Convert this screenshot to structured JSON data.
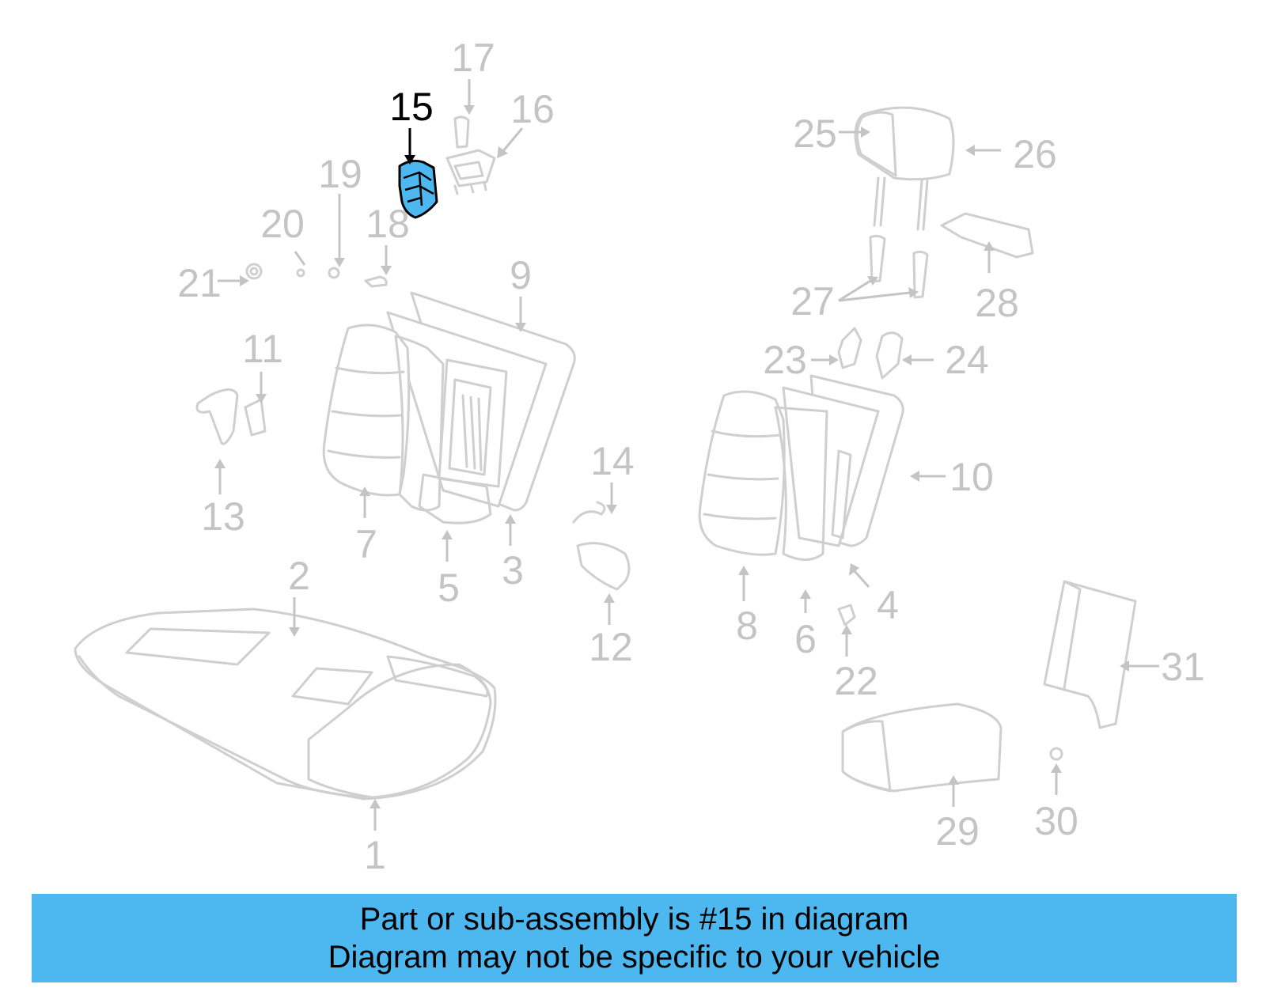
{
  "diagram": {
    "highlight_color": "#4db8f0",
    "callouts": {
      "c1": "1",
      "c2": "2",
      "c3": "3",
      "c4": "4",
      "c5": "5",
      "c6": "6",
      "c7": "7",
      "c8": "8",
      "c9": "9",
      "c10": "10",
      "c11": "11",
      "c12": "12",
      "c13": "13",
      "c14": "14",
      "c15": "15",
      "c16": "16",
      "c17": "17",
      "c18": "18",
      "c19": "19",
      "c20": "20",
      "c21": "21",
      "c22": "22",
      "c23": "23",
      "c24": "24",
      "c25": "25",
      "c26": "26",
      "c27": "27",
      "c28": "28",
      "c29": "29",
      "c30": "30",
      "c31": "31"
    },
    "highlighted_part": "15"
  },
  "banner": {
    "line1": "Part or sub-assembly is #15 in diagram",
    "line2": "Diagram may not be specific to your vehicle",
    "background": "#4db8f0"
  }
}
